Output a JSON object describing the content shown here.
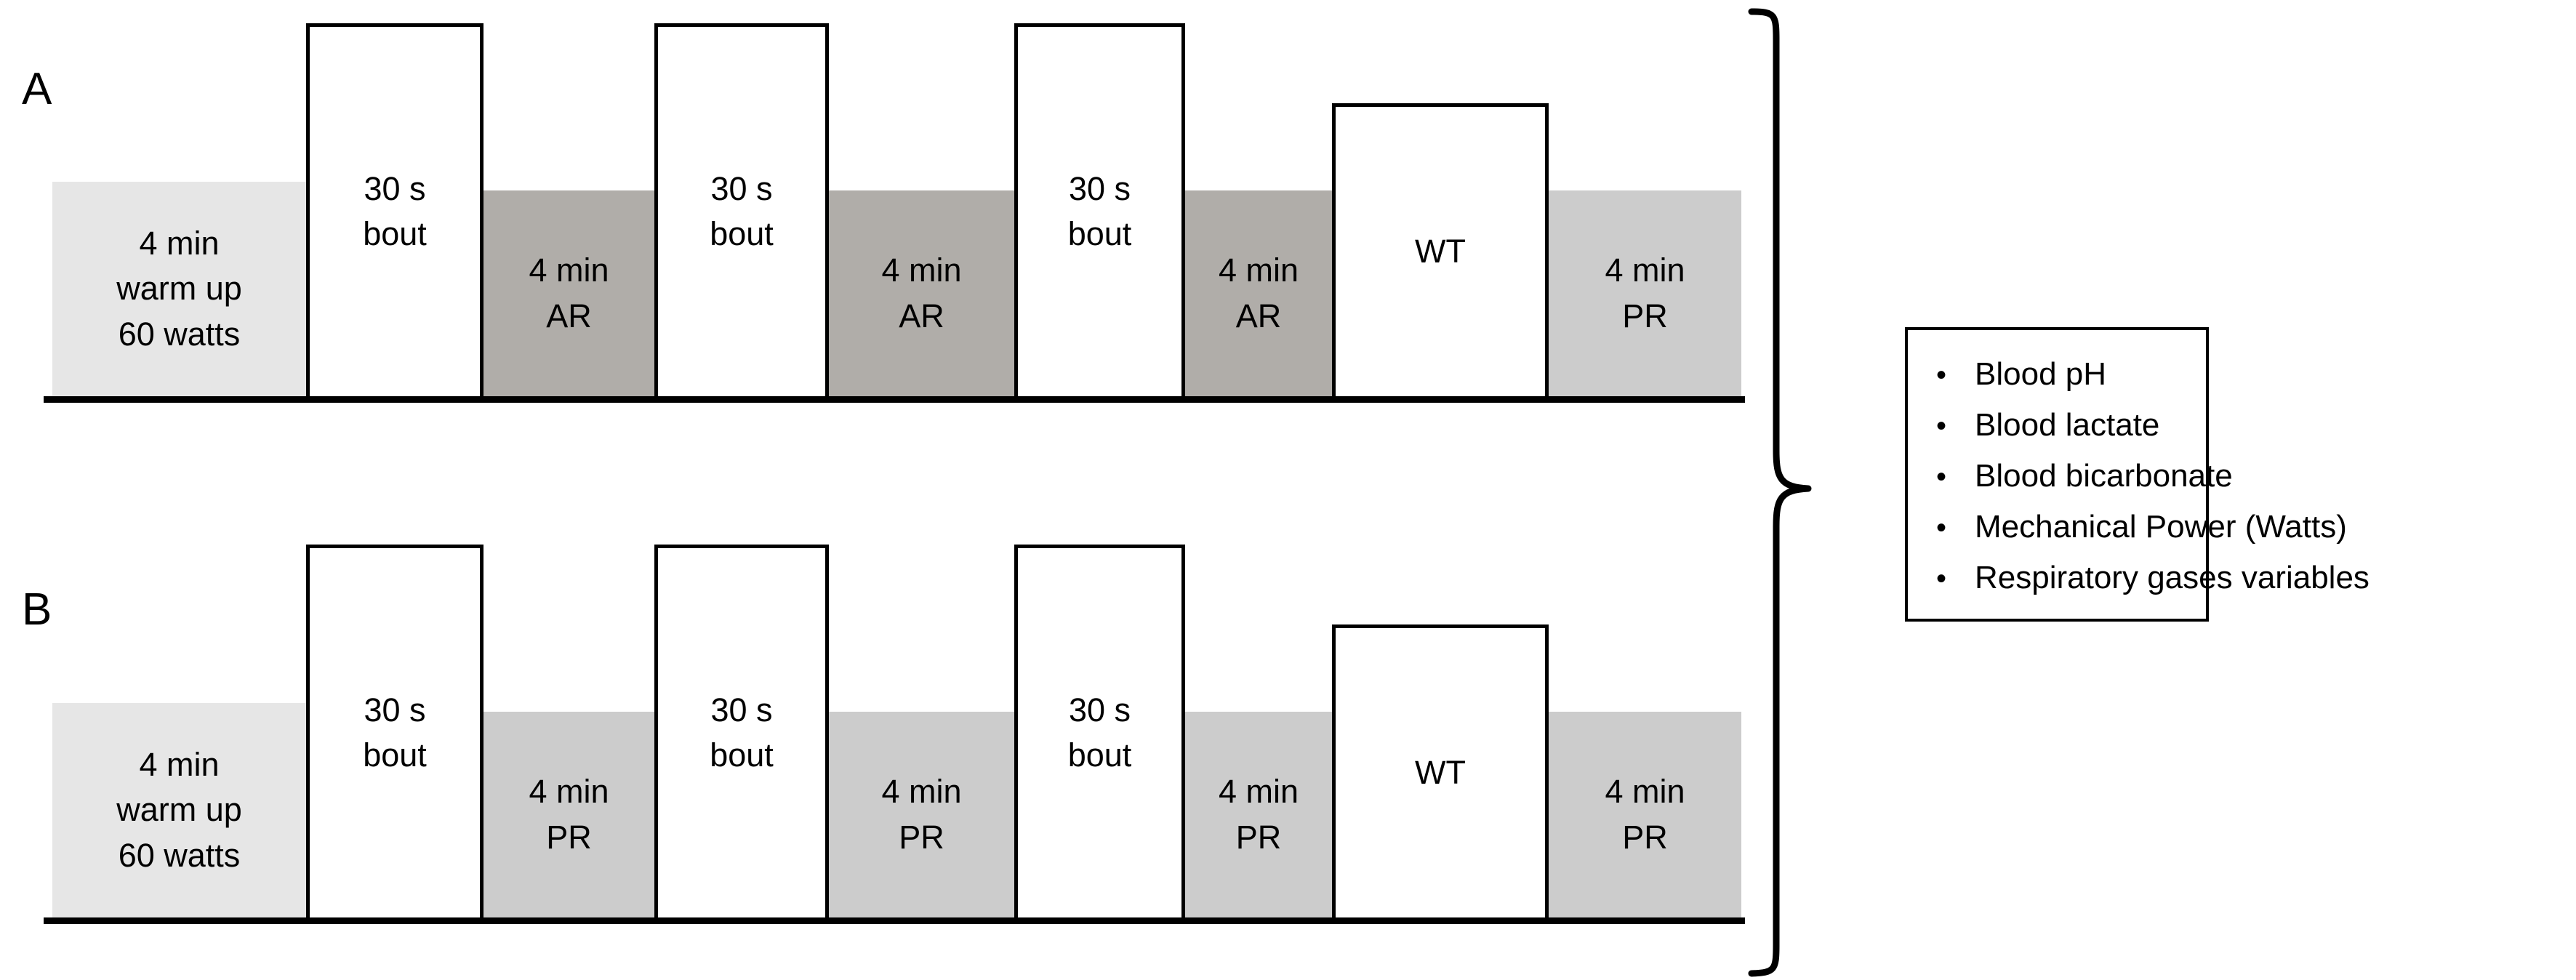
{
  "figure": {
    "background_color": "#ffffff",
    "line_color": "#000000"
  },
  "colors": {
    "warmup_fill": "#e6e6e6",
    "active_recovery_fill": "#b0ada9",
    "passive_recovery_fill": "#cccccc",
    "work_fill": "#ffffff",
    "outline": "#000000"
  },
  "panels": [
    {
      "letter": "A",
      "blocks": [
        {
          "kind": "warmup",
          "lines": [
            "4 min",
            "warm up",
            "60 watts"
          ],
          "fill": "#e6e6e6"
        },
        {
          "kind": "work",
          "lines": [
            "30 s",
            "bout"
          ],
          "fill": "#ffffff"
        },
        {
          "kind": "active",
          "lines": [
            "4 min",
            "AR"
          ],
          "fill": "#b0ada9"
        },
        {
          "kind": "work",
          "lines": [
            "30 s",
            "bout"
          ],
          "fill": "#ffffff"
        },
        {
          "kind": "active",
          "lines": [
            "4 min",
            "AR"
          ],
          "fill": "#b0ada9"
        },
        {
          "kind": "work",
          "lines": [
            "30 s",
            "bout"
          ],
          "fill": "#ffffff"
        },
        {
          "kind": "active",
          "lines": [
            "4 min",
            "AR"
          ],
          "fill": "#b0ada9"
        },
        {
          "kind": "work",
          "lines": [
            "WT"
          ],
          "fill": "#ffffff"
        },
        {
          "kind": "passive",
          "lines": [
            "4 min",
            "PR"
          ],
          "fill": "#cccccc"
        }
      ]
    },
    {
      "letter": "B",
      "blocks": [
        {
          "kind": "warmup",
          "lines": [
            "4 min",
            "warm up",
            "60 watts"
          ],
          "fill": "#e6e6e6"
        },
        {
          "kind": "work",
          "lines": [
            "30 s",
            "bout"
          ],
          "fill": "#ffffff"
        },
        {
          "kind": "passive",
          "lines": [
            "4 min",
            "PR"
          ],
          "fill": "#cccccc"
        },
        {
          "kind": "work",
          "lines": [
            "30 s",
            "bout"
          ],
          "fill": "#ffffff"
        },
        {
          "kind": "passive",
          "lines": [
            "4 min",
            "PR"
          ],
          "fill": "#cccccc"
        },
        {
          "kind": "work",
          "lines": [
            "30 s",
            "bout"
          ],
          "fill": "#ffffff"
        },
        {
          "kind": "passive",
          "lines": [
            "4 min",
            "PR"
          ],
          "fill": "#cccccc"
        },
        {
          "kind": "work",
          "lines": [
            "WT"
          ],
          "fill": "#ffffff"
        },
        {
          "kind": "passive",
          "lines": [
            "4 min",
            "PR"
          ],
          "fill": "#cccccc"
        }
      ]
    }
  ],
  "measures_legend": {
    "bullet_glyph": "•",
    "items": [
      "Blood pH",
      "Blood lactate",
      "Blood bicarbonate",
      "Mechanical Power (Watts)",
      "Respiratory gases variables"
    ]
  }
}
